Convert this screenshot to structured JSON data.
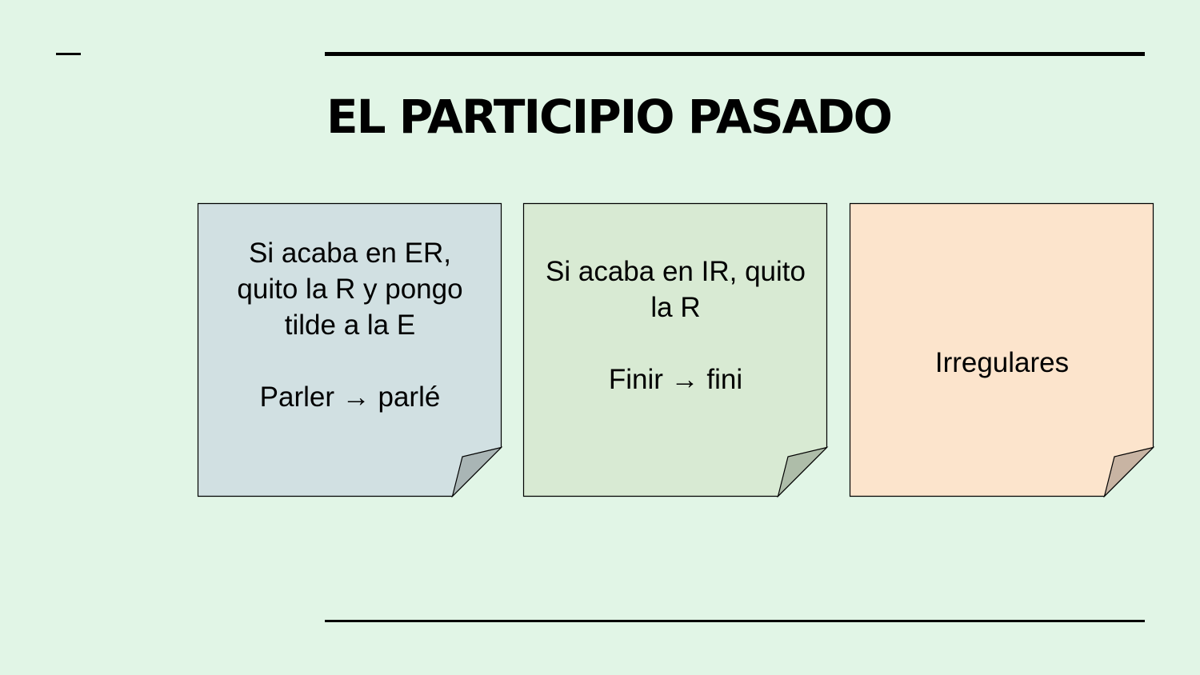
{
  "slide": {
    "title": "EL PARTICIPIO PASADO",
    "background_color": "#e1f5e6"
  },
  "cards": [
    {
      "color": "#d1e0e2",
      "fold_color": "#a9b5b5",
      "lines": [
        "Si acaba en ER,",
        "quito la R y pongo",
        "tilde a la E"
      ],
      "example": "Parler → parlé"
    },
    {
      "color": "#d8ead3",
      "fold_color": "#aebda9",
      "lines": [
        "Si acaba en IR, quito",
        "la R"
      ],
      "example": "Finir → fini"
    },
    {
      "color": "#fce4cc",
      "fold_color": "#c8b4a3",
      "lines": [
        "Irregulares"
      ],
      "example": ""
    }
  ]
}
